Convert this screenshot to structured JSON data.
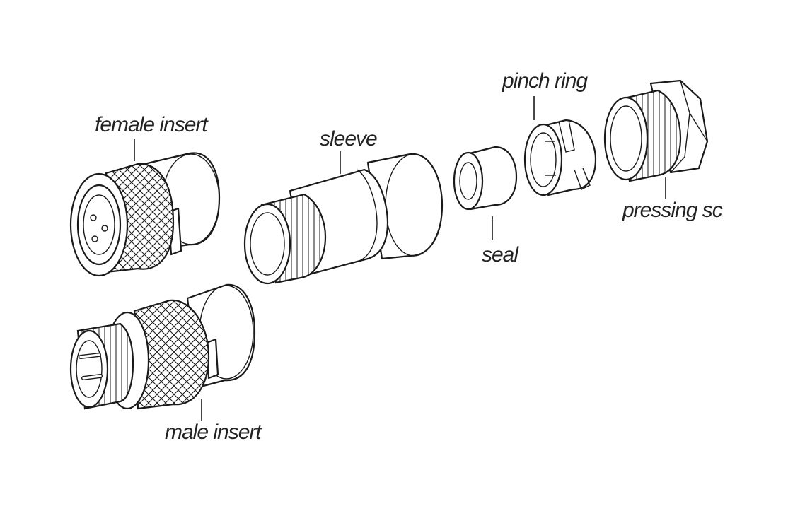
{
  "labels": {
    "female_insert": "female insert",
    "sleeve": "sleeve",
    "pinch_ring": "pinch ring",
    "seal": "seal",
    "pressing_screw": "pressing sc",
    "male_insert": "male insert"
  },
  "colors": {
    "line": "#1a1a1a",
    "fill": "#ffffff",
    "label": "#222222"
  }
}
